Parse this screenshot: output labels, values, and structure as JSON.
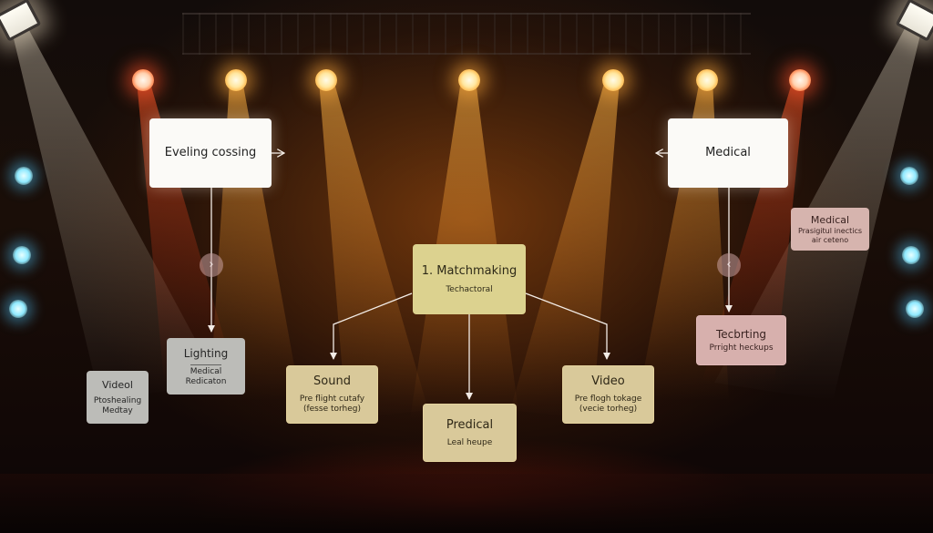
{
  "diagram": {
    "nodes": {
      "evening_crossing": {
        "title": "Eveling cossing"
      },
      "medical_top": {
        "title": "Medical"
      },
      "matchmaking": {
        "title": "1. Matchmaking",
        "subtitle": "Techactoral"
      },
      "medical_side": {
        "title": "Medical",
        "subtitle": "Prasigitul inectics\nair ceteno"
      },
      "lighting": {
        "title": "Lighting",
        "subtitle": "Medical\nRedicaton"
      },
      "videol": {
        "title": "Videol",
        "subtitle": "Ptoshealing\nMedtay"
      },
      "sound": {
        "title": "Sound",
        "subtitle": "Pre flight cutafy\n(fesse torheg)"
      },
      "predical": {
        "title": "Predical",
        "subtitle": "Leal heupe"
      },
      "video": {
        "title": "Video",
        "subtitle": "Pre flogh tokage\n(vecie torheg)"
      },
      "teching": {
        "title": "Tecbrting",
        "subtitle": "Prright heckups"
      }
    },
    "chevrons": {
      "left": "›",
      "right": "‹"
    }
  },
  "stage_lights": {
    "warm_color": "#ffb546",
    "hot_color": "#ff6a30",
    "side_color": "#8fe9ff"
  }
}
